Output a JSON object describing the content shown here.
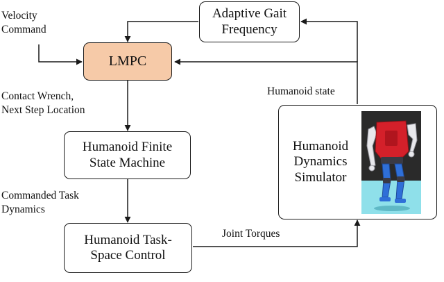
{
  "blocks": {
    "lmpc": {
      "label": "LMPC",
      "fill": "#f6caa8"
    },
    "gait": {
      "line1": "Adaptive Gait",
      "line2": "Frequency"
    },
    "fsm": {
      "line1": "Humanoid Finite",
      "line2": "State Machine"
    },
    "control": {
      "line1": "Humanoid Task-",
      "line2": "Space Control"
    },
    "simulator": {
      "line1": "Humanoid",
      "line2": "Dynamics",
      "line3": "Simulator"
    }
  },
  "labels": {
    "velocity": {
      "line1": "Velocity",
      "line2": "Command"
    },
    "contact": {
      "line1": "Contact Wrench,",
      "line2": "Next Step Location"
    },
    "task_dynamics": {
      "line1": "Commanded Task",
      "line2": "Dynamics"
    },
    "humanoid_state": "Humanoid state",
    "joint_torques": "Joint Torques"
  },
  "colors": {
    "line": "#1a1a1a",
    "robot_body": "#d4202a",
    "robot_limbs": "#e8e8ec",
    "robot_legs": "#2f6fd8",
    "sky": "#2a2a2a",
    "floor": "#8fe0ea"
  }
}
